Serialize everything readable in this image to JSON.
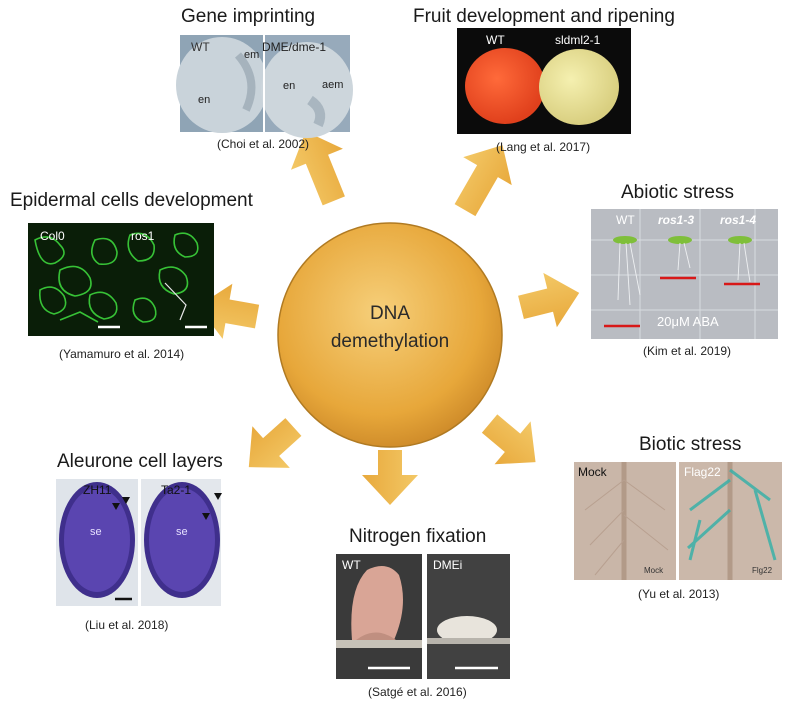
{
  "center": {
    "line1": "DNA",
    "line2": "demethylation"
  },
  "panels": {
    "gene_imprinting": {
      "title": "Gene imprinting",
      "citation": "(Choi et al. 2002)",
      "labels": {
        "left": "WT",
        "right": "DME/dme-1",
        "em": "em",
        "en_left": "en",
        "en_right": "en",
        "aem": "aem"
      }
    },
    "fruit": {
      "title": "Fruit development and ripening",
      "citation": "(Lang et al. 2017)",
      "labels": {
        "left": "WT",
        "right": "sldml2-1"
      }
    },
    "epidermal": {
      "title": "Epidermal cells development",
      "citation": "(Yamamuro et al. 2014)",
      "labels": {
        "left": "Col0",
        "right": "ros1"
      }
    },
    "abiotic": {
      "title": "Abiotic stress",
      "citation": "(Kim et al. 2019)",
      "labels": {
        "wt": "WT",
        "ros1_3": "ros1-3",
        "ros1_4": "ros1-4",
        "treatment": "20μM ABA"
      }
    },
    "aleurone": {
      "title": "Aleurone cell layers",
      "citation": "(Liu et al. 2018)",
      "labels": {
        "left": "ZH11",
        "right": "Ta2-1",
        "se_left": "se",
        "se_right": "se"
      }
    },
    "nitrogen": {
      "title": "Nitrogen fixation",
      "citation": "(Satgé et al. 2016)",
      "labels": {
        "left": "WT",
        "right": "DMEi"
      }
    },
    "biotic": {
      "title": "Biotic stress",
      "citation": "(Yu et al. 2013)",
      "labels": {
        "left": "Mock",
        "right": "Flag22",
        "left_small": "Mock",
        "right_small": "Flg22"
      }
    }
  },
  "colors": {
    "circle_fill": "#e7a73a",
    "arrow": "#edb84a",
    "title_text": "#1a1a1a"
  }
}
